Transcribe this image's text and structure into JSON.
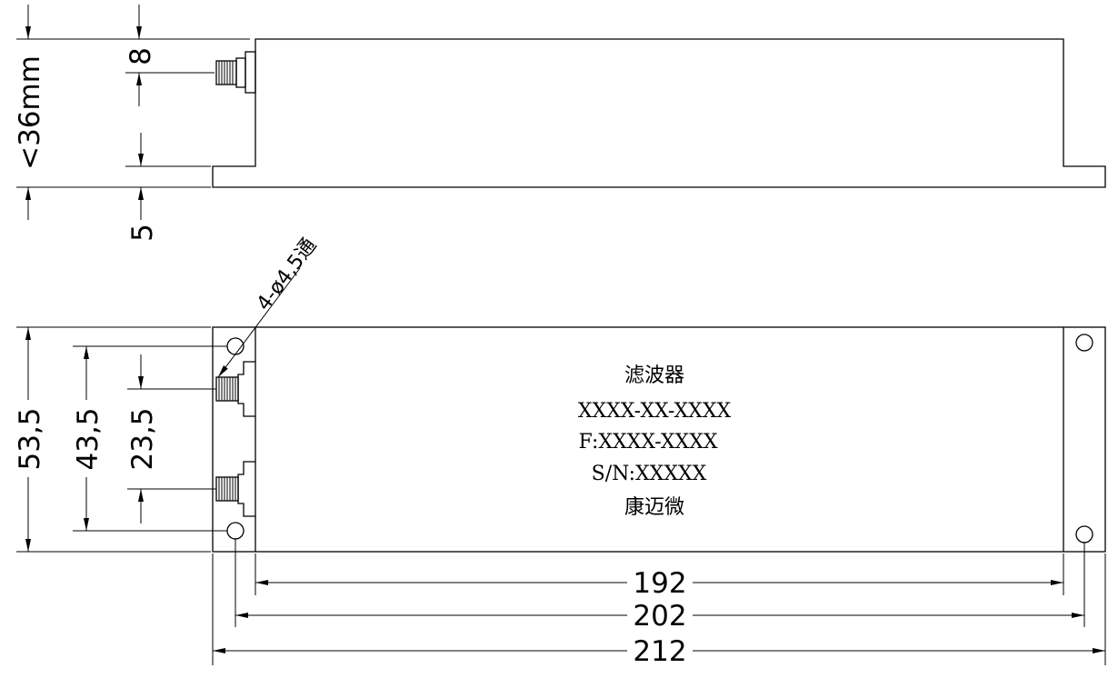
{
  "side_view": {
    "height_label": "<36mm",
    "connector_offset": "8",
    "flange_thickness": "5"
  },
  "top_view": {
    "hole_callout": "4-ø4,5通",
    "width_total": "53,5",
    "width_holes": "43,5",
    "width_connectors": "23,5",
    "length_body": "192",
    "length_holes": "202",
    "length_total": "212"
  },
  "product_label": {
    "line1": "滤波器",
    "line2": "XXXX-XX-XXXX",
    "line3": "F:XXXX-XXXX",
    "line4": "S/N:XXXXX",
    "line5": "康迈微"
  }
}
